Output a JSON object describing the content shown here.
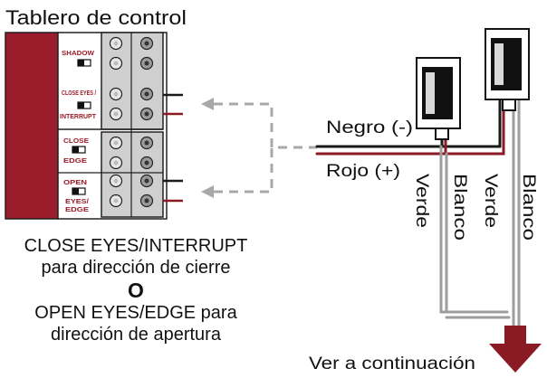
{
  "diagram": {
    "panel_title": "Tablero de control",
    "terminals": {
      "shadow": "SHADOW",
      "close_eyes": "CLOSE EYES /",
      "interrupt": "INTERRUPT",
      "close_edge_top": "CLOSE",
      "close_edge_bottom": "EDGE",
      "open": "OPEN",
      "eyes_edge_top": "EYES/",
      "eyes_edge_bottom": "EDGE"
    },
    "wires": {
      "black": "Negro (-)",
      "red": "Rojo (+)",
      "green_1": "Verde",
      "white_1": "Blanco",
      "green_2": "Verde",
      "white_2": "Blanco"
    },
    "caption": {
      "line1": "CLOSE EYES/INTERRUPT",
      "line2": "para dirección de cierre",
      "or": "O",
      "line3": "OPEN EYES/EDGE para",
      "line4": "dirección de apertura"
    },
    "continue_label": "Ver a continuación",
    "colors": {
      "board_red": "#9b1c2a",
      "wire_black": "#1a1a1a",
      "wire_red": "#8a1a24",
      "dashed_gray": "#a8a8a8",
      "terminal_gray": "#c9c9c9"
    }
  }
}
